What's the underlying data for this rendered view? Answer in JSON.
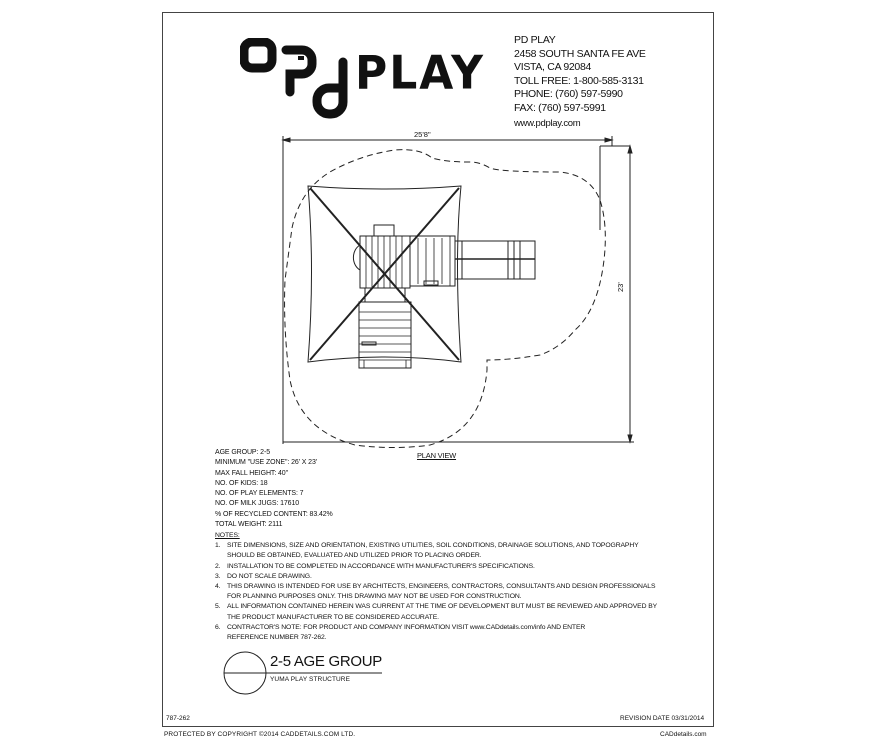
{
  "logo": {
    "mark": "pd",
    "wordmark": "PLAY"
  },
  "company": {
    "name": "PD PLAY",
    "address_line1": "2458 SOUTH SANTA FE AVE",
    "address_line2": "VISTA, CA 92084",
    "toll_free": "TOLL FREE: 1-800-585-3131",
    "phone": "PHONE: (760) 597-5990",
    "fax": "FAX: (760) 597-5991",
    "website": "www.pdplay.com"
  },
  "drawing": {
    "dimension_width": "25'8\"",
    "dimension_height": "23'",
    "view_label": "PLAN VIEW"
  },
  "specs": {
    "age_group": "AGE GROUP: 2-5",
    "use_zone": "MINIMUM \"USE ZONE\": 26' X 23'",
    "max_fall_height": "MAX FALL HEIGHT: 40\"",
    "kids": "NO. OF KIDS: 18",
    "play_elements": "NO. OF PLAY ELEMENTS: 7",
    "milk_jugs": "NO. OF MILK JUGS: 17610",
    "recycled_content": "% OF RECYCLED CONTENT: 83.42%",
    "total_weight": "TOTAL WEIGHT: 2111"
  },
  "notes": {
    "header": "NOTES:",
    "items": [
      {
        "num": "1.",
        "text": "SITE DIMENSIONS, SIZE AND ORIENTATION, EXISTING UTILITIES, SOIL CONDITIONS, DRAINAGE SOLUTIONS, AND TOPOGRAPHY\nSHOULD BE OBTAINED, EVALUATED AND UTILIZED PRIOR TO PLACING ORDER."
      },
      {
        "num": "2.",
        "text": "INSTALLATION TO BE COMPLETED IN ACCORDANCE WITH MANUFACTURER'S SPECIFICATIONS."
      },
      {
        "num": "3.",
        "text": "DO NOT SCALE DRAWING."
      },
      {
        "num": "4.",
        "text": "THIS DRAWING IS INTENDED FOR USE BY ARCHITECTS, ENGINEERS, CONTRACTORS, CONSULTANTS AND DESIGN PROFESSIONALS\nFOR PLANNING PURPOSES ONLY.  THIS DRAWING MAY NOT BE USED FOR CONSTRUCTION."
      },
      {
        "num": "5.",
        "text": "ALL INFORMATION CONTAINED HEREIN WAS CURRENT AT THE TIME OF DEVELOPMENT BUT MUST BE REVIEWED AND APPROVED BY\nTHE PRODUCT MANUFACTURER TO BE CONSIDERED ACCURATE."
      },
      {
        "num": "6.",
        "text": "CONTRACTOR'S NOTE: FOR PRODUCT AND COMPANY INFORMATION VISIT www.CADdetails.com/info AND ENTER\nREFERENCE NUMBER 787-262."
      }
    ]
  },
  "title_block": {
    "title": "2-5 AGE GROUP",
    "subtitle": "YUMA PLAY STRUCTURE"
  },
  "footer": {
    "reference": "787-262",
    "revision": "REVISION DATE 03/31/2014",
    "copyright": "PROTECTED BY COPYRIGHT ©2014 CADDETAILS.COM LTD.",
    "site": "CADdetails.com"
  }
}
